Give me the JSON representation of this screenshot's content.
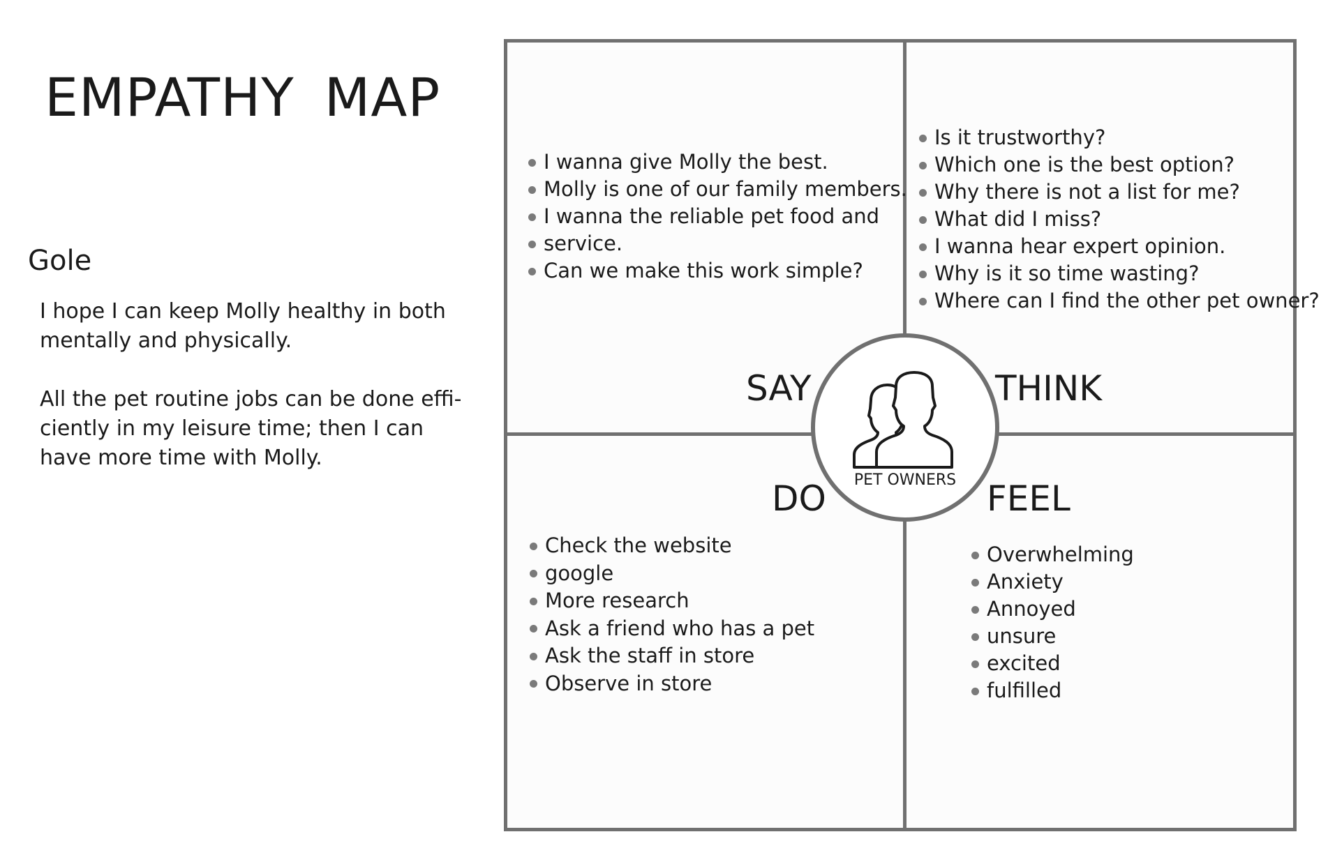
{
  "title": "EMPATHY  MAP",
  "goal": {
    "heading": "Gole",
    "paragraphs": [
      "I hope I can keep Molly healthy in both mentally and physically.",
      "All the pet routine jobs can be done effi-ciently in my leisure time; then I can have more time with Molly."
    ]
  },
  "center": {
    "label": "PET OWNERS",
    "icon": "two-people-icon"
  },
  "quadrants": {
    "say": {
      "label": "SAY",
      "items": [
        "I wanna give Molly the best.",
        "Molly is one of our family members.",
        "I wanna the reliable pet food and",
        "service.",
        "Can we make this work simple?"
      ]
    },
    "think": {
      "label": "THINK",
      "items": [
        "Is it trustworthy?",
        "Which one is the best option?",
        "Why there is not a list for me?",
        "What did I miss?",
        "I wanna hear expert opinion.",
        "Why is it so time wasting?",
        "Where can I find the other pet owner?"
      ]
    },
    "do": {
      "label": "DO",
      "items": [
        "Check the website",
        "google",
        "More research",
        "Ask a friend who has a pet",
        "Ask the staff in store",
        "Observe in store"
      ]
    },
    "feel": {
      "label": "FEEL",
      "items": [
        "Overwhelming",
        "Anxiety",
        "Annoyed",
        "unsure",
        "excited",
        "fulfilled"
      ]
    }
  },
  "colors": {
    "frame": "#707070",
    "bullet": "#7a7a7a",
    "text": "#1a1a1a"
  }
}
